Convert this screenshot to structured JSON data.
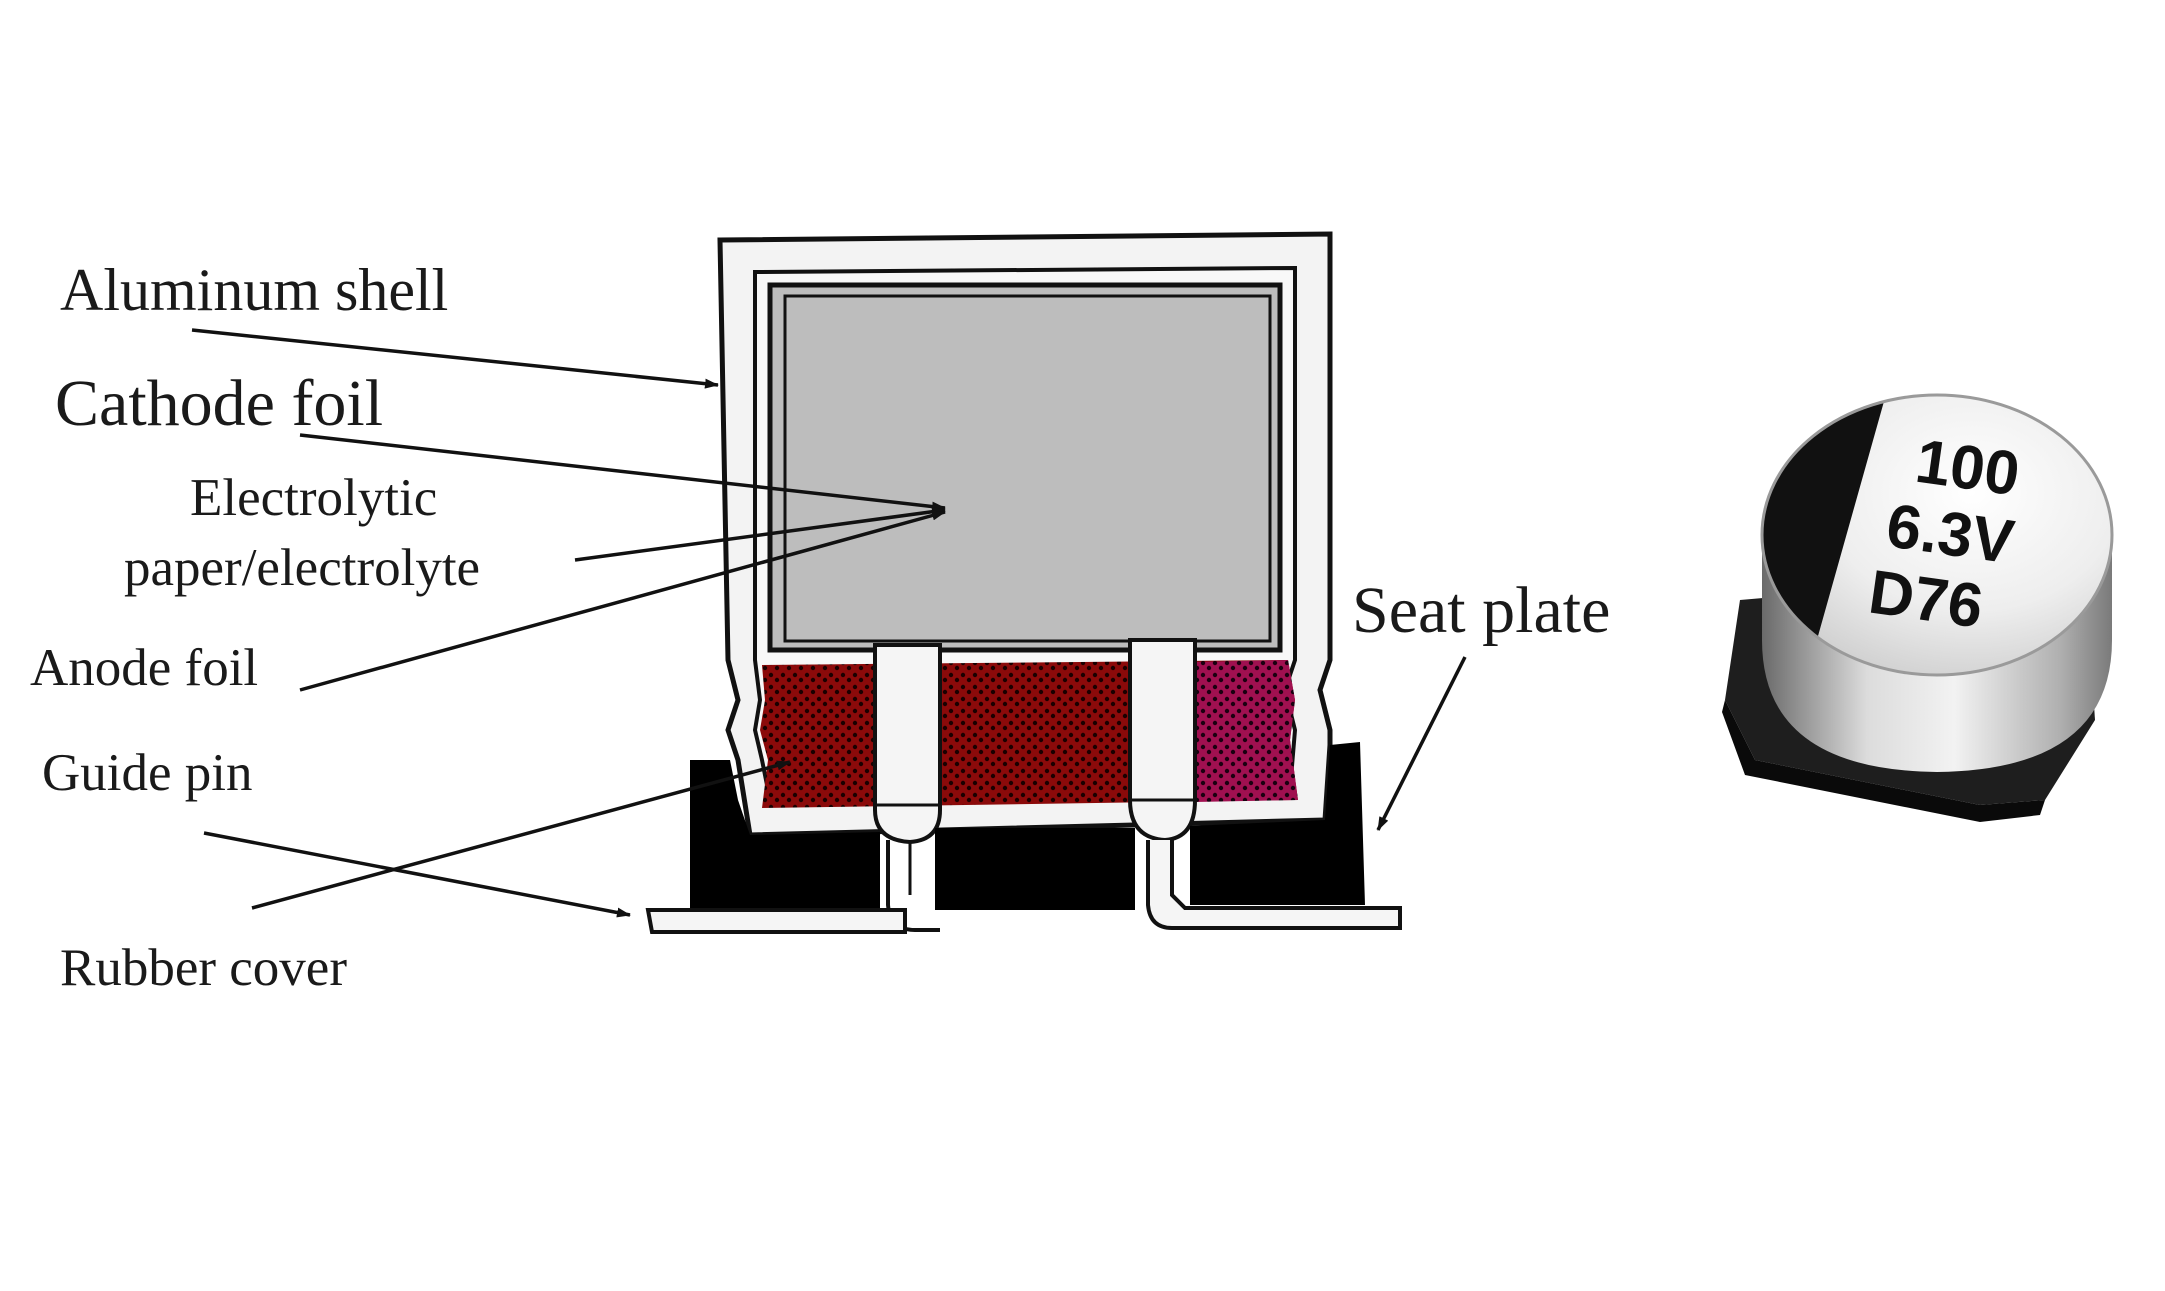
{
  "labels": {
    "aluminum_shell": "Aluminum shell",
    "cathode_foil": "Cathode foil",
    "electrolytic_1": "Electrolytic",
    "electrolytic_2": "paper/electrolyte",
    "anode_foil": "Anode foil",
    "guide_pin": "Guide pin",
    "rubber_cover": "Rubber cover",
    "seat_plate": "Seat plate"
  },
  "capacitor_marking": {
    "line1": "100",
    "line2": "6.3V",
    "line3": "D76"
  },
  "colors": {
    "shell": "#f4f4f4",
    "element": "#bdbdbd",
    "rubber": "#8b0a0a",
    "rubber_right": "#a01050",
    "seat": "#000000"
  }
}
